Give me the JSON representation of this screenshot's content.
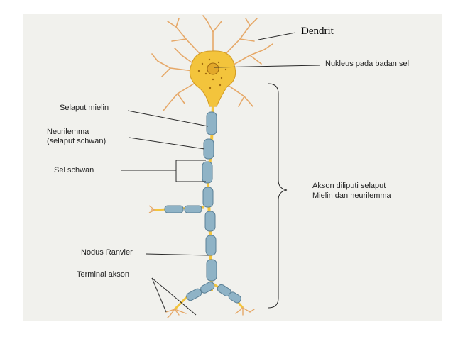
{
  "labels": {
    "dendrit": "Dendrit",
    "nukleus": "Nukleus pada badan sel",
    "selaput_mielin": "Selaput mielin",
    "neurilemma_line1": "Neurilemma",
    "neurilemma_line2": "(selaput schwan)",
    "sel_schwan": "Sel  schwan",
    "akson_line1": "Akson diliputi selaput",
    "akson_line2": "Mielin dan neurilemma",
    "nodus_ranvier": "Nodus Ranvier",
    "terminal_akson": "Terminal akson"
  },
  "colors": {
    "panel_bg": "#f1f1ed",
    "neuron_yellow": "#f3c43c",
    "myelin_blue": "#8fb3c6",
    "dendrite_orange": "#e6a868",
    "line": "#2a2a2a"
  }
}
